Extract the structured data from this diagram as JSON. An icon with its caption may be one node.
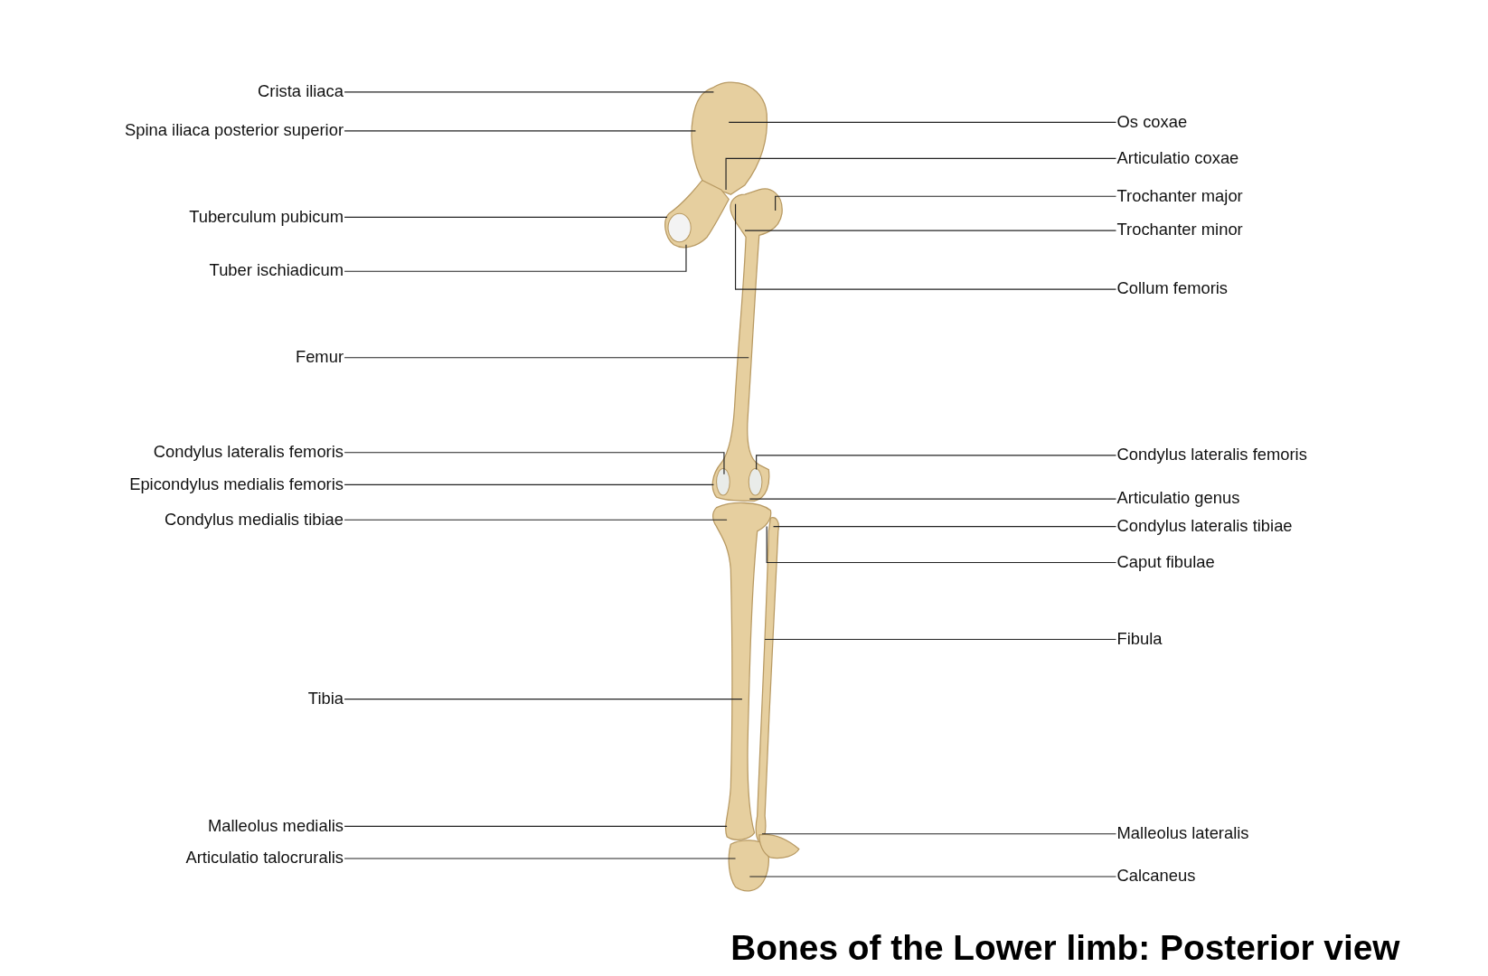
{
  "diagram": {
    "title": "Bones of the Lower limb: Posterior view",
    "nodes": [
      {
        "text": [
          "Crista iliaca"
        ]
      },
      {
        "text": [
          "Spina iliaca posterior superior"
        ]
      },
      {
        "text": [
          "Tuberculum pubicum"
        ]
      },
      {
        "text": [
          "Tuber ischiadicum"
        ]
      },
      {
        "text": [
          "Femur"
        ]
      },
      {
        "text": [
          "Condylus lateralis femoris"
        ]
      },
      {
        "text": [
          "Epicondylus medialis femoris"
        ]
      },
      {
        "text": [
          "Condylus medialis tibiae"
        ]
      },
      {
        "text": [
          "Tibia"
        ]
      },
      {
        "text": [
          "Malleolus medialis"
        ]
      },
      {
        "text": [
          "Articulatio talocruralis"
        ]
      },
      {
        "text": [
          "Os coxae"
        ]
      },
      {
        "text": [
          "Articulatio coxae"
        ]
      },
      {
        "text": [
          "Trochanter major"
        ]
      },
      {
        "text": [
          "Trochanter minor"
        ]
      },
      {
        "text": [
          "Collum femoris"
        ]
      },
      {
        "text": [
          "Condylus lateralis femoris"
        ]
      },
      {
        "text": [
          "Articulatio genus"
        ]
      },
      {
        "text": [
          "Condylus lateralis tibiae"
        ]
      },
      {
        "text": [
          "Caput fibulae"
        ]
      },
      {
        "text": [
          "Fibula"
        ]
      },
      {
        "text": [
          "Malleolus lateralis"
        ]
      },
      {
        "text": [
          "Calcaneus"
        ]
      }
    ],
    "edges": [
      {
        "from": 0,
        "to": null,
        "arrow": "none"
      },
      {
        "from": 1,
        "to": null,
        "arrow": "none"
      },
      {
        "from": 2,
        "to": null,
        "arrow": "none"
      },
      {
        "from": 3,
        "to": null,
        "arrow": "none"
      },
      {
        "from": 4,
        "to": null,
        "arrow": "none"
      },
      {
        "from": 5,
        "to": null,
        "arrow": "none"
      },
      {
        "from": 6,
        "to": null,
        "arrow": "none"
      },
      {
        "from": 7,
        "to": null,
        "arrow": "none"
      },
      {
        "from": 8,
        "to": null,
        "arrow": "none"
      },
      {
        "from": 9,
        "to": null,
        "arrow": "none"
      },
      {
        "from": 10,
        "to": null,
        "arrow": "none"
      },
      {
        "from": 11,
        "to": null,
        "arrow": "none"
      },
      {
        "from": 12,
        "to": null,
        "arrow": "none"
      },
      {
        "from": 13,
        "to": null,
        "arrow": "none"
      },
      {
        "from": 14,
        "to": null,
        "arrow": "none"
      },
      {
        "from": 15,
        "to": null,
        "arrow": "none"
      },
      {
        "from": 16,
        "to": null,
        "arrow": "none"
      },
      {
        "from": 17,
        "to": null,
        "arrow": "none"
      },
      {
        "from": 18,
        "to": null,
        "arrow": "none"
      },
      {
        "from": 19,
        "to": null,
        "arrow": "none"
      },
      {
        "from": 20,
        "to": null,
        "arrow": "none"
      },
      {
        "from": 21,
        "to": null,
        "arrow": "none"
      },
      {
        "from": 22,
        "to": null,
        "arrow": "none"
      }
    ]
  }
}
